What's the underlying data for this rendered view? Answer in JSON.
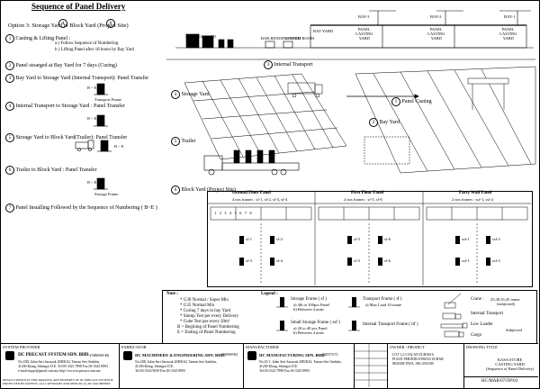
{
  "title": "Sequence of Panel Delivery",
  "option_label": "Option 3:",
  "option_text": "Storage Yard to Block Yard (Project Site)",
  "option_num_a": "4",
  "option_num_b": "6",
  "steps": [
    {
      "num": "1",
      "text": "Casting & Lifting Panel :"
    },
    {
      "num": "2",
      "text": "Panel stoarged at Bay Yard for 7 days (Curing)"
    },
    {
      "num": "3",
      "text": "Bay Yard to Storage Yard (Internal Transport): Panel Transfer"
    },
    {
      "num": "4",
      "text": "Internal Transport to Storage Yard : Panel Transfer"
    },
    {
      "num": "5",
      "text": "Storage Yard to Block Yard(Trailer): Panel Transfer"
    },
    {
      "num": "6",
      "text": "Trailer to Block Yard : Panel Transfer"
    },
    {
      "num": "7",
      "text": "Panel Installing Followed by the Sequence of Numbering ( B~E )"
    }
  ],
  "step1_sub": [
    "a ) Follow Sequence of Numbering",
    "b ) Lifting Panel after 18 hours by Bay Yard"
  ],
  "be_label": "B ~ E",
  "frame_labels": {
    "transport_frame": "Transport Frame",
    "storage_frame": "Storage Frame"
  },
  "plan": {
    "storage_yard": "STORAGE YARD",
    "bay_yard": "BAY YARD",
    "bays": [
      "BAY-3",
      "BAY-2",
      "BAY-1"
    ],
    "panel_casting_yard": [
      "PANEL",
      "CASTING",
      "YARD"
    ],
    "sub_labels": [
      "BAR BENDING YARD",
      "SWITCH ROOM"
    ]
  },
  "view_labels": {
    "internal_transport": {
      "num": "3",
      "text": "Internal Transport"
    },
    "storage_yard": {
      "num": "4",
      "text": "Storage Yard"
    },
    "panel_casting": {
      "num": "1",
      "text": "Panel Casting"
    },
    "bay_yard": {
      "num": "2",
      "text": "Bay Yard"
    },
    "trailer": {
      "num": "5",
      "text": "Trailer"
    },
    "block_yard": {
      "num": "6",
      "text": "Block Yard (Project Site)"
    }
  },
  "block_yard": {
    "panels": [
      {
        "title": "Ground Floor Panel",
        "frames": "4 nos frames : sf-1, sf-2, sf-3, sf-4",
        "labels": [
          "sf-1",
          "sf-2",
          "sf-3",
          "sf-4"
        ]
      },
      {
        "title": "First Floor Panel",
        "frames": "2 nos frames : sf-5, sf-6",
        "labels": [
          "sf-5",
          "sf-6",
          "sf-5",
          "sf-6"
        ]
      },
      {
        "title": "Party Wall Panel",
        "frames": "2 nos frames : ssf-1, ssf-2",
        "labels": [
          "ssf-1",
          "ssf-2",
          "ssf-1",
          "ssf-2"
        ]
      }
    ],
    "room_nums": [
      "1",
      "2",
      "3",
      "4",
      "5",
      "6",
      "7",
      "8"
    ]
  },
  "note": {
    "title": "Note :",
    "items": [
      "G30 Normal / Super Mix",
      "G35 Normal Mix",
      "Curing 7 days in bay Yard",
      "Slump Test per every Delivery",
      "Cube Test per every 20m³",
      "B = Begining of Panel Numbering",
      "E = Ending of Panel Numbering"
    ]
  },
  "legend": {
    "title": "Legend :",
    "storage_frame": "Storage Frame ( sf )",
    "storage_frame_sub": [
      "a) 40t to 100pcs Panel",
      "b) Between 4 units"
    ],
    "small_storage": "Small Storage Frame ( ssf )",
    "small_storage_sub": [
      "a) 20 to 40 pcs Panel",
      "b) Between 4 units"
    ],
    "transport_frame": "Transport Frame ( tf )",
    "transport_frame_sub": [
      "a) Max Load 10 tonne"
    ],
    "internal_transport": "Internal Transport Frame ( itf )",
    "crane": "Crane :",
    "crane_spec": "25,30,35,45 tonne",
    "crane_sub": "(subjected)",
    "internal_transport_label": "Internal Transport",
    "low_loader": "Low Loader",
    "cargo": "Cargo",
    "subjected": "Subjected"
  },
  "title_block": {
    "system_provider": "SYSTEM PROVIDER",
    "company1": "IIC PRECAST SYSTEM SDN. BHD.",
    "company1_reg": "(586969-H)",
    "company1_addr": [
      "No.23B, Jalan Seri Sarawak 20B/KS2, Taman Seri Andalas,",
      "41200 Klang, Selangor D.E. Tel:03-3323 7898 Fax:03-3323 8993",
      "e-mail:iicpps@gmail.com.my  http://www.iicprecast.com.my"
    ],
    "fabricator": "FABRICATOR",
    "company2": "IIC MACHINERY & ENGINEERING SDN. BHD.",
    "company2_reg": "(586969-H)",
    "company2_addr": [
      "No.23B, Jalan Seri Sarawak 20B/KS2, Taman Seri Andalas,",
      "41200 Klang, Selangor D.E.",
      "Tel:03-3324 9039 Fax:03-3323 8993"
    ],
    "manufacturer": "MANUFACTURER",
    "company3": "IIC MANUFACTURING SDN. BHD.",
    "company3_reg": "(685570-T)",
    "company3_addr": [
      "No.23-1, Jalan Seri Sarawak 20B/KS2, Taman Seri Andalas,",
      "41200 Klang, Selangor D.E.",
      "Tel:03-3323 7898 Fax:03-3323 8993"
    ],
    "owner_project": "OWNER / PROJECT",
    "project_addr": [
      "LOT 1,2,3 JALAN ZURAH 6,",
      "PUSAT PERINDUSTRIAN ZURAH",
      "MUKIM PAYA, SELANGOR"
    ],
    "drawing_title_label": "DRAWING TITLE",
    "drawing_title": [
      "KASA STORE",
      "CASTING YARD",
      "(Sequence of Panel Delivery)"
    ],
    "drawing_no": "HC/MAR/07/OP/03",
    "footer_note": "DETAILS SHOWN IN THIS DRAWING ARE PROPERTY OF IIC PRECAST SYSTEM & PROTECTED BY PATENTS. ALL COPYRIGHT AND DESIGNS (C) IIC MACHINERY"
  }
}
